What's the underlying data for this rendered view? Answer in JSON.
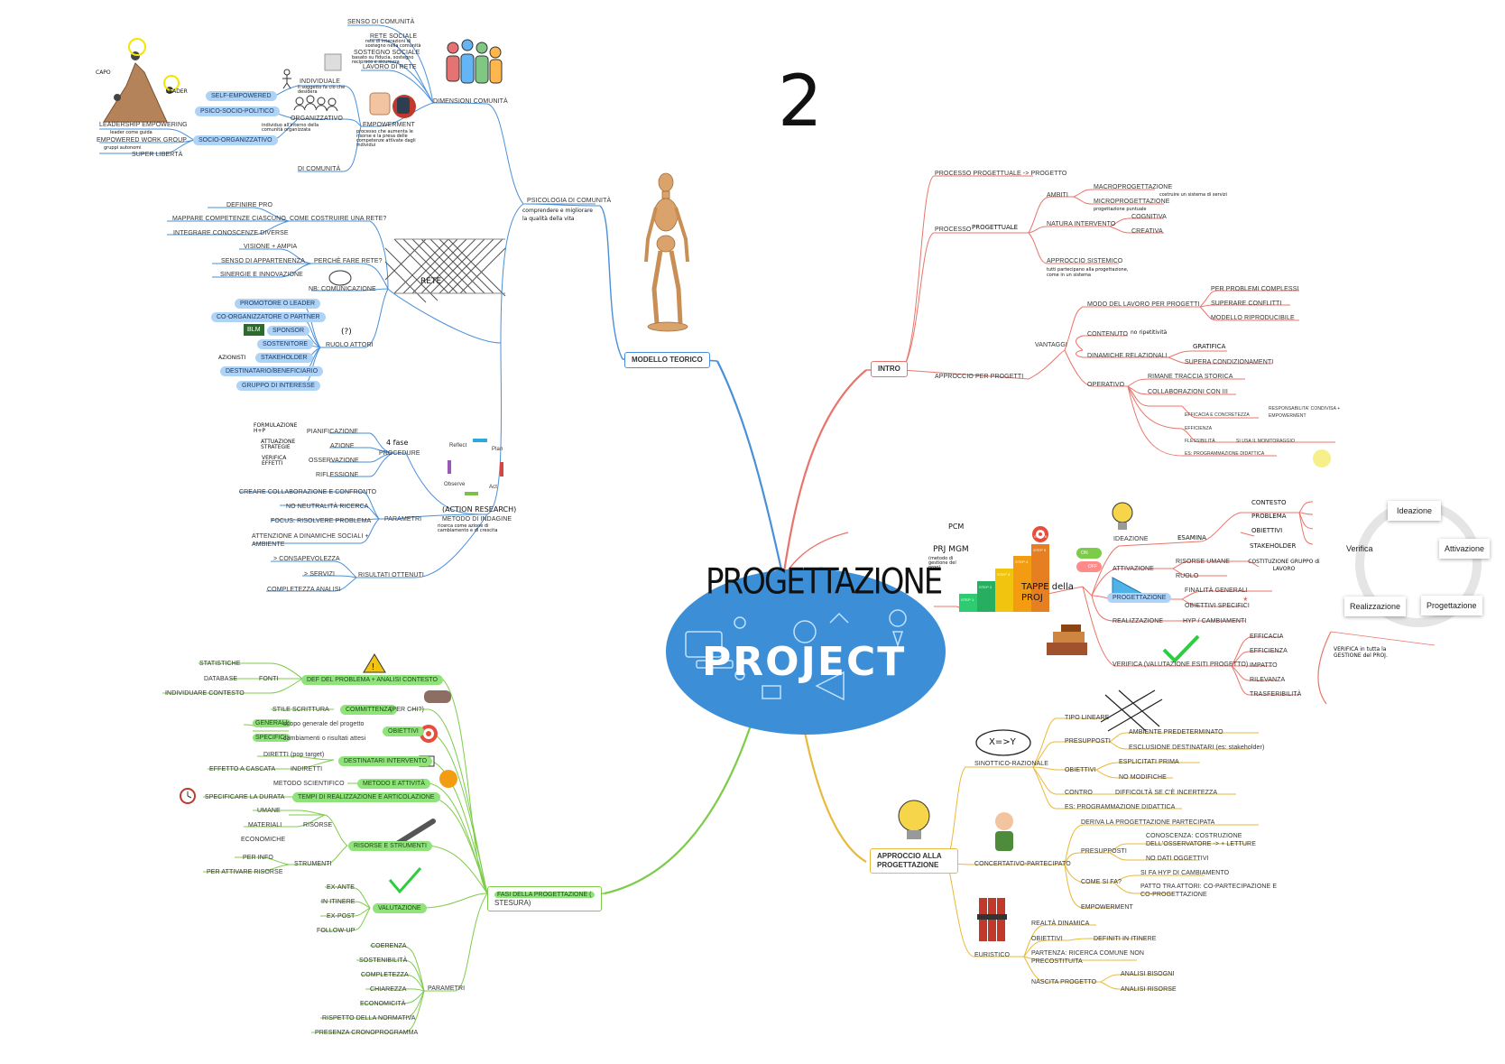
{
  "page_number": "2",
  "center": {
    "title": "PROGETTAZIONE",
    "banner": "PROJECT"
  },
  "colors": {
    "blue": "#4a90d9",
    "red": "#e8756b",
    "green": "#7ccc4a",
    "yellow": "#e8b93a",
    "pill_blue": "#aed3f5",
    "pill_green": "#8fe37a",
    "center_ellipse": "#3c8fd6"
  },
  "main_nodes": {
    "modello_teorico": "MODELLO TEORICO",
    "intro": "INTRO",
    "approccio": "APPROCCIO ALLA PROGETTAZIONE",
    "fasi_line1": "FASI DELLA PROGETTAZIONE (",
    "fasi_line2": "STESURA)"
  },
  "blue_branch": {
    "psicologia": "PSICOLOGIA DI COMUNITÀ",
    "psicologia_note": "comprendere e migliorare la qualità della vita",
    "dimensioni": "DIMENSIONI COMUNITÀ",
    "senso_comunita": "SENSO DI COMUNITÀ",
    "rete_sociale": "RETE SOCIALE",
    "rete_note": "rete di interazioni di sostegno nella comunità",
    "sostegno_sociale": "SOSTEGNO SOCIALE",
    "sostegno_note": "basato su fiducia, sostegno reciproco e sicurezza",
    "lavoro_rete": "LAVORO DI RETE",
    "empowerment": "EMPOWERMENT",
    "empowerment_note": "processo che aumenta le risorse e la presa delle competenze attivate dagli individui",
    "individuale": "INDIVIDUALE",
    "individuale_note": "il soggetto fa ciò che desidera",
    "organizzativo": "ORGANIZZATIVO",
    "organizzativo_note": "individuo all'interno della comunità organizzata",
    "di_comunita": "DI COMUNITÀ",
    "self_empowered": "SELF-EMPOWERED",
    "psico_socio": "PSICO-SOCIO-POLITICO",
    "socio_org": "SOCIO-ORGANIZZATIVO",
    "leadership": "LEADERSHIP EMPOWERING",
    "leadership_note": "leader come guida",
    "empowered_wg": "EMPOWERED WORK GROUP",
    "empowered_wg_note": "gruppi autonomi",
    "super_liberta": "SUPER LIBERTÀ",
    "capo": "CAPO",
    "leader": "LEADER",
    "come_costruire": "COME COSTRUIRE UNA RETE?",
    "definire_pro": "DEFINIRE PRO",
    "mappare": "MAPPARE COMPETENZE CIASCUNO",
    "integrare": "INTEGRARE CONOSCENZE DIVERSE",
    "perche_rete": "PERCHÈ FARE RETE?",
    "visione": "VISIONE + AMPIA",
    "senso_app": "SENSO DI APPARTENENZA",
    "sinergie": "SINERGIE E INNOVAZIONE",
    "nb_com": "NB: COMUNICAZIONE",
    "rete_label": "RETE",
    "ruolo_attori": "RUOLO ATTORI",
    "ruolo_q": "(?)",
    "promotore": "PROMOTORE O LEADER",
    "co_org": "CO-ORGANIZZATORE O PARTNER",
    "sponsor": "SPONSOR",
    "sostenitore": "SOSTENITORE",
    "stakeholder": "STAKEHOLDER",
    "destinatario": "DESTINATARIO/BENEFICIARIO",
    "gruppo_interesse": "GRUPPO DI INTERESSE",
    "bum": "BLM",
    "azionisti": "AZIONISTI",
    "procedure": "PROCEDURE",
    "quattro_fasi": "4 fase",
    "pianificazione": "PIANIFICAZIONE",
    "azione": "AZIONE",
    "osservazione": "OSSERVAZIONE",
    "riflessione": "RIFLESSIONE",
    "formulazione": "FORMULAZIONE H+P",
    "attuazione": "ATTUAZIONE STRATEGIE",
    "verifica_eff": "VERIFICA EFFETTI",
    "plan": "Plan",
    "act": "Act",
    "observe": "Observe",
    "reflect": "Reflect",
    "action_research": "(ACTION RESEARCH)",
    "metodo_indagine": "METODO DI INDAGINE",
    "metodo_note": "ricerca come azione di cambiamento e di crescita",
    "creare_collab": "CREARE COLLABORAZIONE E CONFRONTO",
    "parametri_b": "PARAMETRI",
    "no_neutralita": "NO NEUTRALITÀ RICERCA",
    "focus": "FOCUS: RISOLVERE PROBLEMA",
    "attenzione1": "ATTENZIONE A DINAMICHE SOCIALI +",
    "attenzione2": "AMBIENTE",
    "risultati": "RISULTATI OTTENUTI",
    "consapevolezza": "> CONSAPEVOLEZZA",
    "servizi": "> SERVIZI",
    "completezza_an": "COMPLETEZZA ANALISI"
  },
  "red_branch": {
    "processo_prog": "PROCESSO PROGETTUALE -> PROGETTO",
    "processo": "PROCESSO",
    "progettuale_hand": "PROGETTUALE",
    "ambiti": "AMBITI",
    "macro": "MACROPROGETTAZIONE",
    "macro_note": "costruire un sistema di servizi",
    "micro": "MICROPROGETTAZIONE",
    "micro_note": "progettazione puntuale",
    "natura": "NATURA INTERVENTO",
    "cognitiva": "COGNITIVA",
    "creativa": "CREATIVA",
    "approccio_sis": "APPROCCIO SISTEMICO",
    "sistemico_note": "tutti partecipano alla progettazione, come in un sistema",
    "approccio_prog": "APPROCCIO PER PROGETTI",
    "vantaggi": "VANTAGGI",
    "modo": "MODO DEL LAVORO PER PROGETTI",
    "per_problemi": "PER PROBLEMI COMPLESSI",
    "superare": "SUPERARE CONFLITTI",
    "modello_rip": "MODELLO RIPRODUCIBILE",
    "contenuto": "CONTENUTO",
    "contenuto_note": "no ripetitività",
    "dinamiche": "DINAMICHE RELAZIONALI",
    "gratifica": "GRATIFICA",
    "supera_cond": "SUPERA CONDIZIONAMENTI",
    "operativo": "OPERATIVO",
    "rimane": "RIMANE TRACCIA STORICA",
    "collab": "COLLABORAZIONI CON III",
    "efficacia_conc": "EFFICACIA E CONCRETEZZA",
    "responsabilita": "RESPONSABILITA' CONDIVISA +",
    "empowerment_r": "EMPOWERMENT",
    "efficienza_r": "EFFICIENZA",
    "flessibilita": "FLESSIBILITÀ",
    "si_usa": "SI USA IL MONITORAGGIO",
    "es_prog": "ES: PROGRAMMAZIONE DIDATTICA",
    "pcm": "PCM",
    "prj_mgm": "PRJ MGM",
    "prj_note": "(metodo di gestione del prog)",
    "tappe": "TAPPE della PROJ",
    "ideazione": "IDEAZIONE",
    "esamina": "ESAMINA",
    "contesto": "CONTESTO",
    "problema": "PROBLEMA",
    "obiettivi_h": "OBIETTIVI",
    "stakeholder_h": "STAKEHOLDER",
    "attivazione": "ATTIVAZIONE",
    "risorse_umane": "RISORSE UMANE",
    "ruolo": "RUOLO",
    "costituzione": "COSTITUZIONE GRUPPO di LAVORO",
    "progettazione": "PROGETTAZIONE",
    "finalita": "FINALITÀ GENERALI",
    "obiettivi_spec": "OBIETTIVI SPECIFICI",
    "realizzazione": "REALIZZAZIONE",
    "hyp": "HYP / CAMBIAMENTI",
    "verifica_v": "VERIFICA (VALUTAZIONE ESITI PROGETTO)",
    "efficacia": "EFFICACIA",
    "efficienza": "EFFICIENZA",
    "impatto": "IMPATTO",
    "rilevanza": "RILEVANZA",
    "trasferibilita": "TRASFERIBILITÀ",
    "verifica_note": "VERIFICA in tutta la GESTIONE del PROJ.",
    "on": "ON",
    "off": "OFF",
    "step1": "STEP 1",
    "step2": "STEP 2",
    "step3": "STEP 3",
    "step4": "STEP 4",
    "step5": "STEP 5",
    "step6": "STEP 6"
  },
  "cycle": {
    "ideazione": "Ideazione",
    "attivazione": "Attivazione",
    "progettazione": "Progettazione",
    "realizzazione": "Realizzazione",
    "verifica": "Verifica"
  },
  "yellow_branch": {
    "sinottico": "SINOTTICO-RAZIONALE",
    "xy": "X=>Y",
    "tipo_lineare": "TIPO LINEARE",
    "presupposti": "PRESUPPOSTI",
    "ambiente": "AMBIENTE PREDETERMINATO",
    "esclusione": "ESCLUSIONE DESTINATARI (es: stakeholder)",
    "obiettivi": "OBIETTIVI",
    "esplicitati": "ESPLICITATI PRIMA",
    "no_modif": "NO MODIFICHE",
    "contro": "CONTRO",
    "difficolta": "DIFFICOLTÀ SE C'È INCERTEZZA",
    "es_prog": "ES: PROGRAMMAZIONE DIDATTICA",
    "concertativo": "CONCERTATIVO-PARTECIPATO",
    "deriva": "DERIVA LA PROGETTAZIONE PARTECIPATA",
    "presupposti2": "PRESUPPOSTI",
    "conoscenza1": "CONOSCENZA: COSTRUZIONE",
    "conoscenza2": "DELL'OSSERVATORE -> + LETTURE",
    "no_dati": "NO DATI OGGETTIVI",
    "come_si_fa": "COME SI FA?",
    "si_fa_hyp": "SI FA HYP DI CAMBIAMENTO",
    "patto1": "PATTO TRA ATTORI: CO-PARTECIPAZIONE E",
    "patto2": "CO-PROGETTAZIONE",
    "empowerment_y": "EMPOWERMENT",
    "euristico": "EURISTICO",
    "realta": "REALTÀ DINAMICA",
    "obiettivi2": "OBIETTIVI",
    "definiti": "DEFINITI IN ITINERE",
    "partenza1": "PARTENZA: RICERCA COMUNE NON",
    "partenza2": "PRECOSTITUITA",
    "nascita": "NASCITA PROGETTO",
    "analisi_bis": "ANALISI BISOGNI",
    "analisi_ris": "ANALISI RISORSE"
  },
  "green_branch": {
    "def_problema": "DEF DEL PROBLEMA + ANALISI CONTESTO",
    "fonti": "FONTI",
    "statistiche": "STATISTICHE",
    "database": "DATABASE",
    "individuare": "INDIVIDUARE CONTESTO",
    "committenza": "COMMITTENZA",
    "per_chi": "(PER CHI?)",
    "stile": "STILE SCRITTURA",
    "obiettivi": "OBIETTIVI",
    "generali": "GENERALI:",
    "generali_txt": "scopo generale del progetto",
    "specifici": "SPECIFICI:",
    "specifici_txt": "cambiamenti o risultati attesi",
    "destinatari": "DESTINATARI INTERVENTO",
    "diretti": "DIRETTI (pop target)",
    "indiretti": "INDIRETTI",
    "effetto": "EFFETTO A CASCATA",
    "metodo_att": "METODO E ATTIVITÀ",
    "metodo_sci": "METODO SCIENTIFICO",
    "tempi": "TEMPI DI REALIZZAZIONE E ARTICOLAZIONE",
    "specificare": "SPECIFICARE LA DURATA",
    "risorse_str": "RISORSE E STRUMENTI",
    "risorse": "RISORSE",
    "umane": "UMANE",
    "materiali": "MATERIALI",
    "economiche": "ECONOMICHE",
    "strumenti": "STRUMENTI",
    "per_info": "PER INFO",
    "per_attivare": "PER ATTIVARE RISORSE",
    "valutazione": "VALUTAZIONE",
    "ex_ante": "EX-ANTE",
    "in_itinere": "IN ITINERE",
    "ex_post": "EX-POST",
    "follow_up": "FOLLOW-UP",
    "parametri": "PARAMETRI",
    "coerenza": "COERENZA",
    "sostenibilita": "SOSTENIBILITÀ",
    "completezza": "COMPLETEZZA",
    "chiarezza": "CHIAREZZA",
    "economicita": "ECONOMICITÀ",
    "rispetto": "RISPETTO DELLA NORMATIVA",
    "presenza": "PRESENZA CRONOPROGRAMMA"
  }
}
